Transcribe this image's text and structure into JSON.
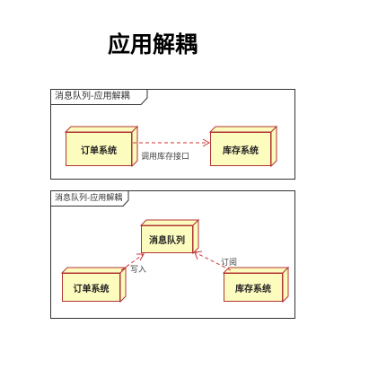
{
  "page": {
    "title": "应用解耦"
  },
  "diagram1": {
    "frame_label": "消息队列-应用解耦",
    "nodes": {
      "order": "订单系统",
      "inventory": "库存系统"
    },
    "edge_label": "调用库存接口"
  },
  "diagram2": {
    "frame_label": "消息队列-应用解耦",
    "nodes": {
      "queue": "消息队列",
      "order": "订单系统",
      "inventory": "库存系统"
    },
    "edge_write": "写入",
    "edge_subscribe": "订阅"
  },
  "colors": {
    "node_fill": "#fdfcbf",
    "node_border": "#b03535",
    "arrow": "#cc3333"
  }
}
